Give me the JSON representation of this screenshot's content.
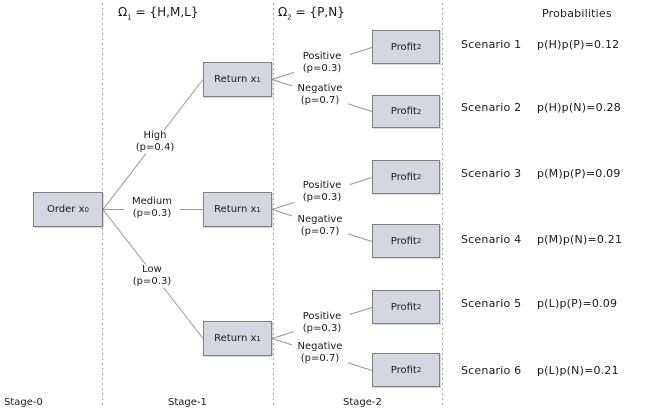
{
  "colors": {
    "node_fill": "#d2d7e0",
    "node_border": "#7f7f7f",
    "line": "#999999",
    "dash": "#a6a6a6",
    "text": "#1a1a1a"
  },
  "headers": {
    "omega1": {
      "base": "Ω",
      "sub": "1",
      "rest": "= {H,M,L}"
    },
    "omega2": {
      "base": "Ω",
      "sub": "2",
      "rest": "= {P,N}"
    },
    "probabilities": "Probabilities"
  },
  "tree": {
    "root": {
      "base": "Order x",
      "sub": "0"
    },
    "return_node": {
      "base": "Return x",
      "sub": "1"
    },
    "profit_node": {
      "base": "Profit",
      "sub": "2"
    },
    "stage1_branches": [
      {
        "name": "High",
        "prob": "(p=0.4)"
      },
      {
        "name": "Medium",
        "prob": "(p=0.3)"
      },
      {
        "name": "Low",
        "prob": "(p=0.3)"
      }
    ],
    "stage2_branches": [
      {
        "name": "Positive",
        "prob": "(p=0.3)"
      },
      {
        "name": "Negative",
        "prob": "(p=0.7)"
      }
    ]
  },
  "scenarios": [
    {
      "label": "Scenario 1",
      "probability": "p(H)p(P)=0.12"
    },
    {
      "label": "Scenario 2",
      "probability": "p(H)p(N)=0.28"
    },
    {
      "label": "Scenario 3",
      "probability": "p(M)p(P)=0.09"
    },
    {
      "label": "Scenario 4",
      "probability": "p(M)p(N)=0.21"
    },
    {
      "label": "Scenario 5",
      "probability": "p(L)p(P)=0.09"
    },
    {
      "label": "Scenario 6",
      "probability": "p(L)p(N)=0.21"
    }
  ],
  "stages": [
    {
      "label": "Stage-0"
    },
    {
      "label": "Stage-1"
    },
    {
      "label": "Stage-2"
    }
  ]
}
